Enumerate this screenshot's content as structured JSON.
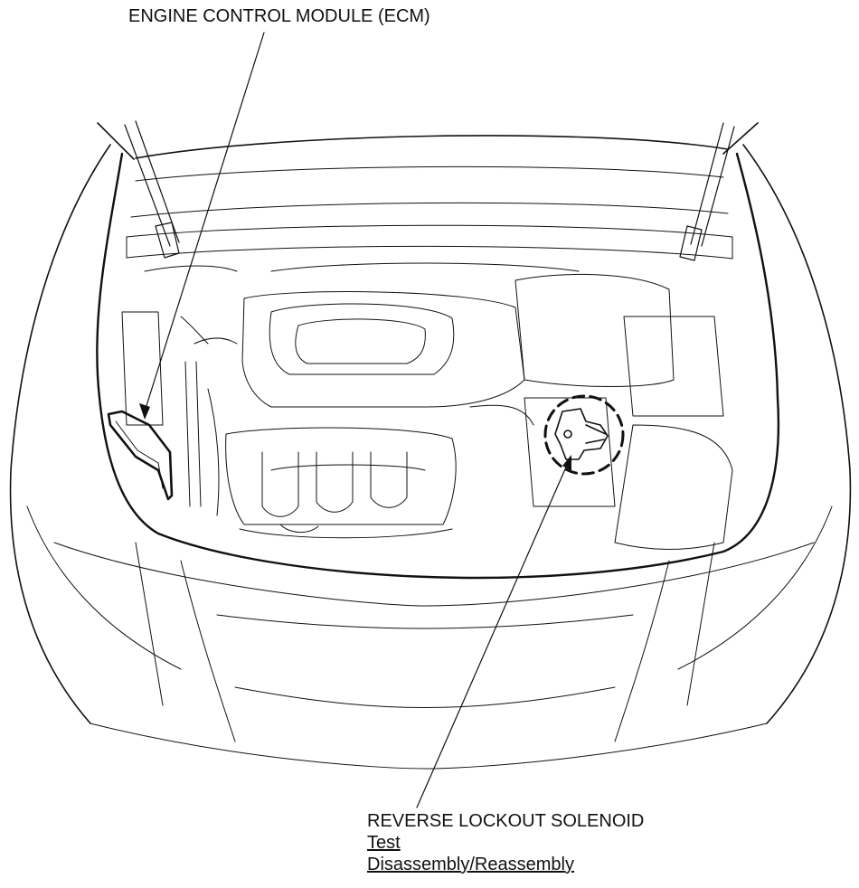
{
  "callouts": {
    "ecm": {
      "label": "ENGINE CONTROL MODULE (ECM)"
    },
    "solenoid": {
      "label": "REVERSE LOCKOUT SOLENOID",
      "links": [
        {
          "id": "test",
          "text": "Test"
        },
        {
          "id": "disassembly",
          "text": "Disassembly/Reassembly"
        }
      ]
    }
  },
  "colors": {
    "line": "#111111",
    "background": "#ffffff"
  }
}
